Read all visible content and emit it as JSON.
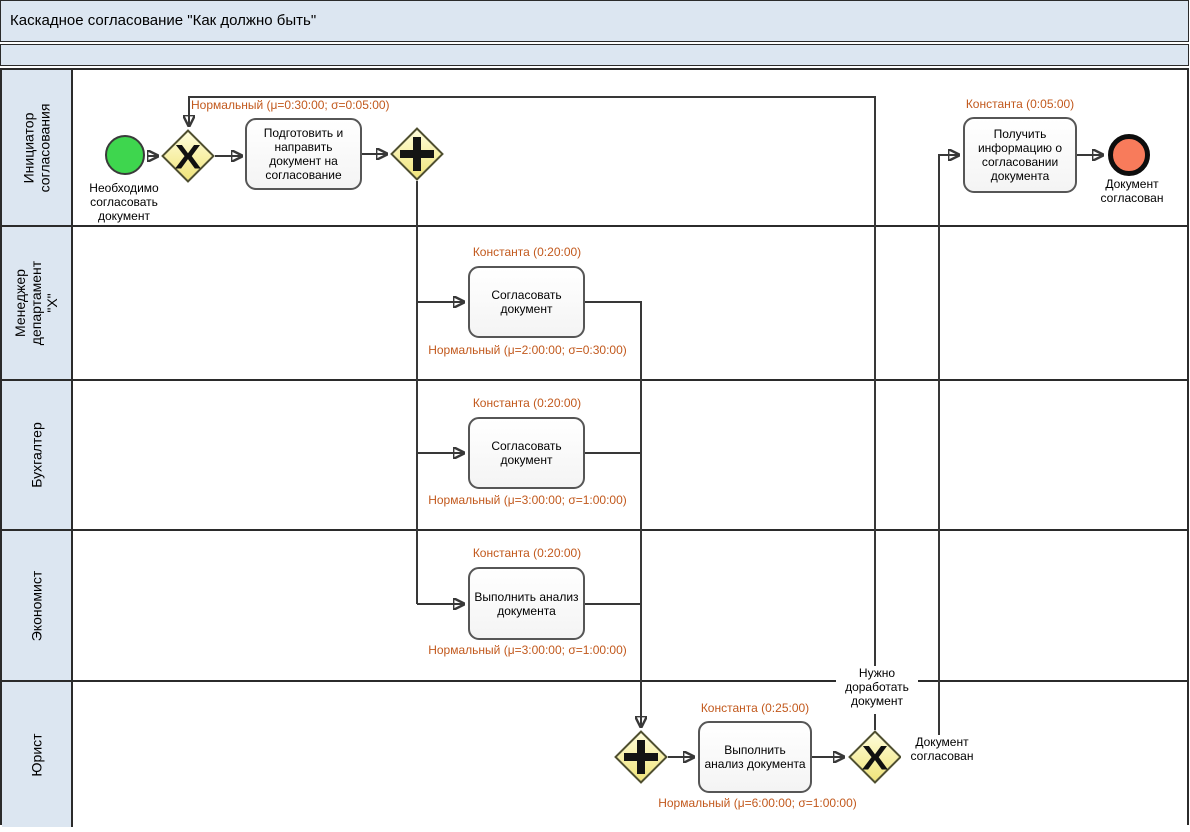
{
  "title": "Каскадное согласование \"Как должно быть\"",
  "colors": {
    "lane_background": "#dce6f1",
    "annotation_text": "#c2591d",
    "gateway_fill": "#f0e47a",
    "start_event_fill": "#3ed64e",
    "end_event_fill": "#f87b5b",
    "line": "#383838"
  },
  "lanes": [
    {
      "label": "Инициатор согласования"
    },
    {
      "label": "Менеджер департамент \"Х\""
    },
    {
      "label": "Бухгалтер"
    },
    {
      "label": "Экономист"
    },
    {
      "label": "Юрист"
    }
  ],
  "nodes": {
    "start": {
      "label": "Необходимо согласовать документ"
    },
    "xor1": {
      "marker": "X"
    },
    "task1": {
      "text": "Подготовить и направить документ на согласование"
    },
    "and1": {
      "marker": "+"
    },
    "task2": {
      "text": "Согласовать документ"
    },
    "task3": {
      "text": "Согласовать документ"
    },
    "task4": {
      "text": "Выполнить анализ документа"
    },
    "and2": {
      "marker": "+"
    },
    "task5": {
      "text": "Выполнить анализ документа"
    },
    "xor2": {
      "marker": "X",
      "label_top": "Нужно доработать документ",
      "label_right": "Документ согласован"
    },
    "task6": {
      "text": "Получить информацию о согласовании документа"
    },
    "end": {
      "label": "Документ согласован"
    }
  },
  "annotations": {
    "task1_top": "Нормальный (μ=0:30:00; σ=0:05:00)",
    "task2_top": "Константа (0:20:00)",
    "task2_bottom": "Нормальный (μ=2:00:00; σ=0:30:00)",
    "task3_top": "Константа (0:20:00)",
    "task3_bottom": "Нормальный (μ=3:00:00; σ=1:00:00)",
    "task4_top": "Константа (0:20:00)",
    "task4_bottom": "Нормальный (μ=3:00:00; σ=1:00:00)",
    "task5_top": "Константа (0:25:00)",
    "task5_bottom": "Нормальный (μ=6:00:00; σ=1:00:00)",
    "task6_top": "Константа (0:05:00)"
  }
}
